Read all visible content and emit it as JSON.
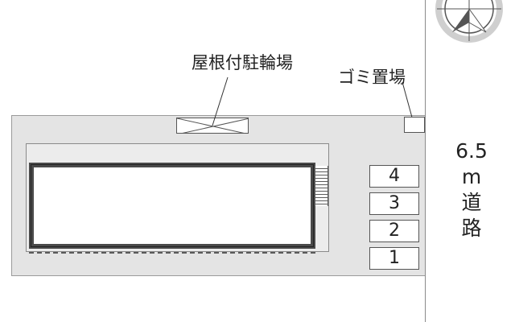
{
  "labels": {
    "bicycle_parking": "屋根付駐輪場",
    "garbage_area": "ゴミ置場"
  },
  "parking_spaces": [
    "4",
    "3",
    "2",
    "1"
  ],
  "road": {
    "width": "6.5",
    "unit": "m",
    "name_chars": [
      "道",
      "路"
    ]
  },
  "compass": {
    "icon": "compass-rose-icon"
  },
  "colors": {
    "lot_fill": "#e4e4e4",
    "building_wall": "#4a4a4a",
    "line": "#555555"
  }
}
